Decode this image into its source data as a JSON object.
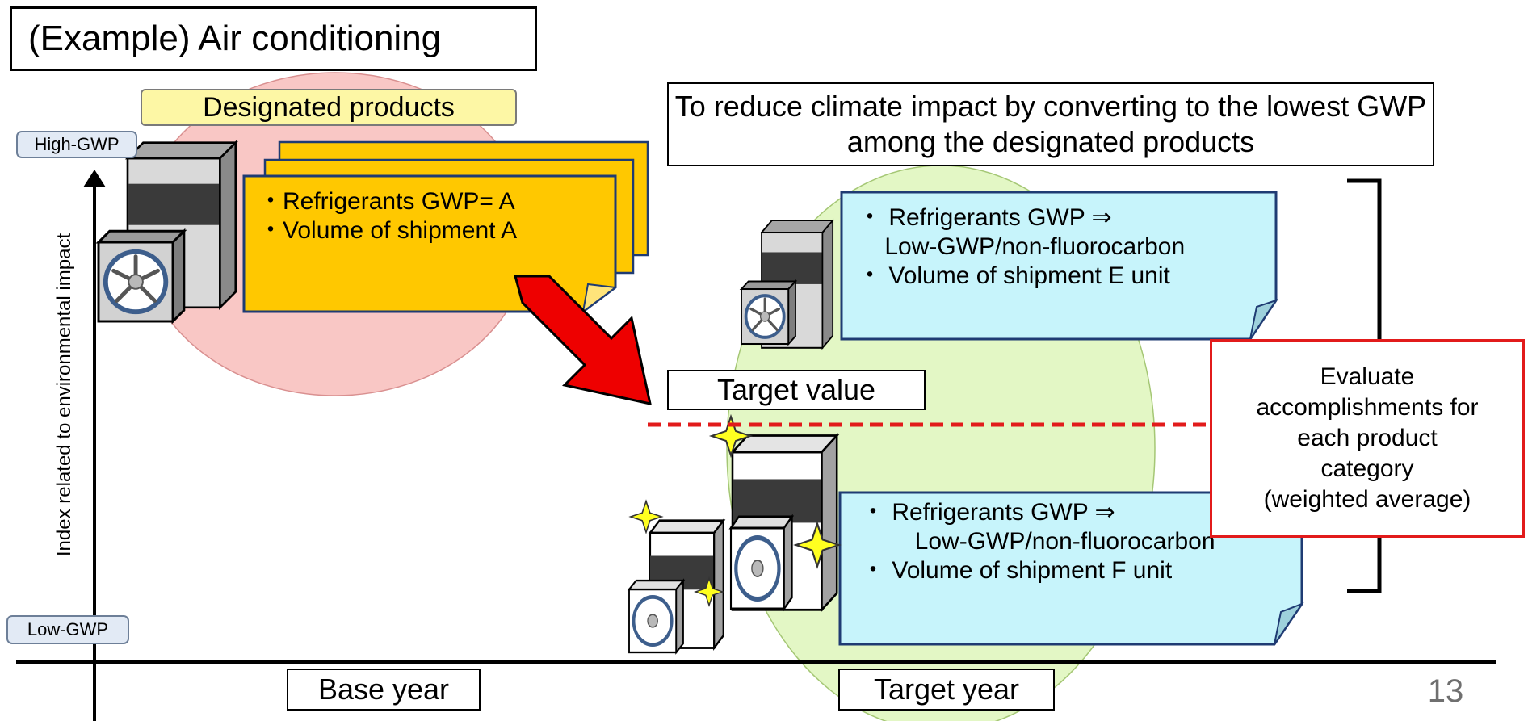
{
  "title": "(Example)  Air conditioning",
  "designated_products_label": "Designated products",
  "high_gwp_label": "High-GWP",
  "low_gwp_label": "Low-GWP",
  "y_axis_label": "Index related to environmental impact",
  "reduce_note": "To reduce climate impact by converting to the lowest GWP among the designated products",
  "product_a_note": "・Refrigerants GWP= A\n・Volume of shipment A",
  "product_e_note": "・ Refrigerants GWP ⇒\n    Low-GWP/non-fluorocarbon\n・ Volume of shipment E unit",
  "product_f_note": "・ Refrigerants GWP ⇒\n        Low-GWP/non-fluorocarbon\n・ Volume of shipment F unit",
  "target_value_label": "Target value",
  "evaluate_note": "Evaluate\naccomplishments for\neach product\ncategory\n(weighted average)",
  "base_year_label": "Base year",
  "target_year_label": "Target year",
  "page_number": "13",
  "colors": {
    "pink_circle": "#f9c7c5",
    "green_circle": "#e3f7c5",
    "yellow_note": "#ffc800",
    "cyan_note": "#c7f4fb",
    "arrow_red": "#ee0000",
    "target_line": "#e21b1b",
    "evaluate_border": "#e21b1b",
    "label_blue": "#e2eaf5",
    "designated_yellow": "#fdf7a5"
  }
}
